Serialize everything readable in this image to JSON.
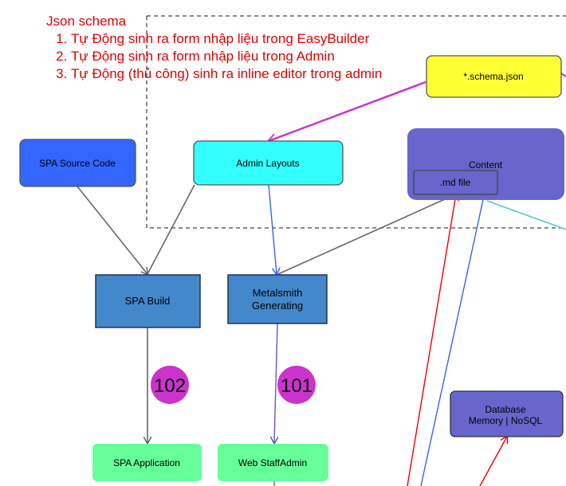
{
  "note": {
    "title": "Json schema",
    "items": [
      "Tự Động sinh ra form nhập liệu trong EasyBuilder",
      "Tự Động sinh ra  form nhập liệu trong Admin",
      "Tự Động (thủ công) sinh ra inline editor trong admin"
    ]
  },
  "nodes": {
    "schema_json": "*.schema.json",
    "spa_source": "SPA Source Code",
    "admin_layouts": "Admin Layouts",
    "content": "Content",
    "md_file": ".md file",
    "spa_build": "SPA Build",
    "metalsmith_line1": "Metalsmith",
    "metalsmith_line2": "Generating",
    "spa_app": "SPA Application",
    "web_staffadmin": "Web StaffAdmin",
    "database_line1": "Database",
    "database_line2": "Memory | NoSQL"
  },
  "badges": {
    "badge_102": "102",
    "badge_101": "101"
  },
  "colors": {
    "blue_node": "#3366ff",
    "cyan_node": "#33ffff",
    "yellow_node": "#ffff33",
    "content_node": "#6666cc",
    "build_node": "#4488cc",
    "green_node": "#66ff99",
    "badge": "#cc33cc",
    "note_text": "#e00000",
    "arrow_magenta": "#cc33cc",
    "arrow_red": "#ee0000",
    "arrow_blue": "#3366ee",
    "arrow_gray": "#666666",
    "line_cyan": "#55cccc"
  }
}
